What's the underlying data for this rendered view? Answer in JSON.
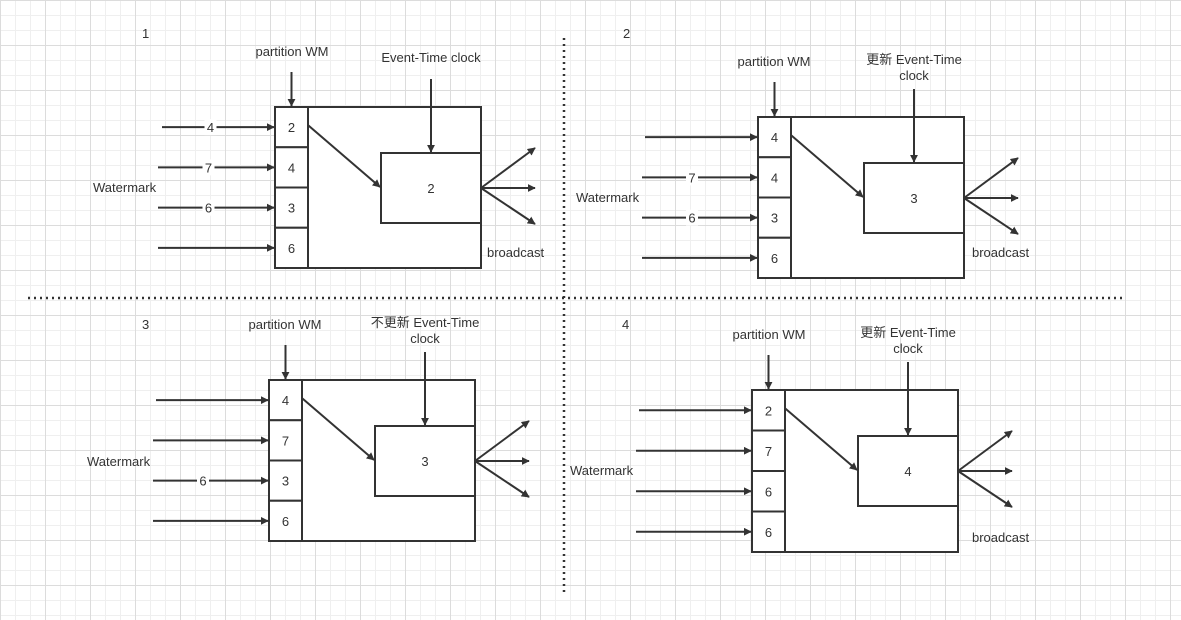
{
  "diagram": {
    "dividers": [
      "vertical",
      "horizontal"
    ],
    "panels": [
      {
        "index": "1",
        "partition_label": "partition WM",
        "clock_label_line1": "Event-Time clock",
        "clock_label_line2": "",
        "watermark_label": "Watermark",
        "input_labels": [
          "4",
          "7",
          "6",
          ""
        ],
        "partition_values": [
          "2",
          "4",
          "3",
          "6"
        ],
        "clock_value": "2",
        "output_label": "broadcast"
      },
      {
        "index": "2",
        "partition_label": "partition WM",
        "clock_label_line1": "更新 Event-Time",
        "clock_label_line2": "clock",
        "watermark_label": "Watermark",
        "input_labels": [
          "",
          "7",
          "6",
          ""
        ],
        "partition_values": [
          "4",
          "4",
          "3",
          "6"
        ],
        "clock_value": "3",
        "output_label": "broadcast"
      },
      {
        "index": "3",
        "partition_label": "partition WM",
        "clock_label_line1": "不更新 Event-Time",
        "clock_label_line2": "clock",
        "watermark_label": "Watermark",
        "input_labels": [
          "",
          "",
          "6",
          ""
        ],
        "partition_values": [
          "4",
          "7",
          "3",
          "6"
        ],
        "clock_value": "3",
        "output_label": ""
      },
      {
        "index": "4",
        "partition_label": "partition WM",
        "clock_label_line1": "更新 Event-Time",
        "clock_label_line2": "clock",
        "watermark_label": "Watermark",
        "input_labels": [
          "",
          "",
          "",
          ""
        ],
        "partition_values": [
          "2",
          "7",
          "6",
          "6"
        ],
        "clock_value": "4",
        "output_label": "broadcast"
      }
    ]
  }
}
